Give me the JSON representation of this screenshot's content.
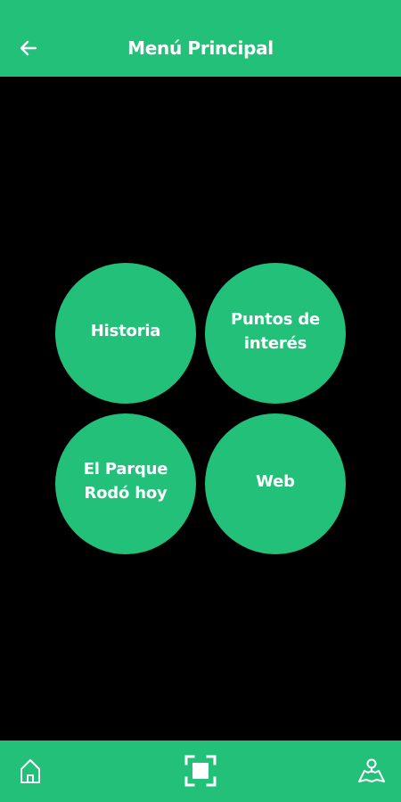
{
  "header": {
    "title": "Menú Principal",
    "back_icon": "arrow-left-icon"
  },
  "menu": {
    "items": [
      {
        "id": "historia",
        "label": "Historia"
      },
      {
        "id": "puntos",
        "label": "Puntos de interés"
      },
      {
        "id": "parque",
        "label": "El Parque Rodó hoy"
      },
      {
        "id": "web",
        "label": "Web"
      }
    ]
  },
  "bottom_nav": {
    "items": [
      {
        "id": "home",
        "icon": "home-icon"
      },
      {
        "id": "scan",
        "icon": "scan-icon"
      },
      {
        "id": "map",
        "icon": "map-pin-icon"
      }
    ]
  },
  "colors": {
    "accent": "#22c079",
    "background": "#000000",
    "text": "#ffffff"
  }
}
